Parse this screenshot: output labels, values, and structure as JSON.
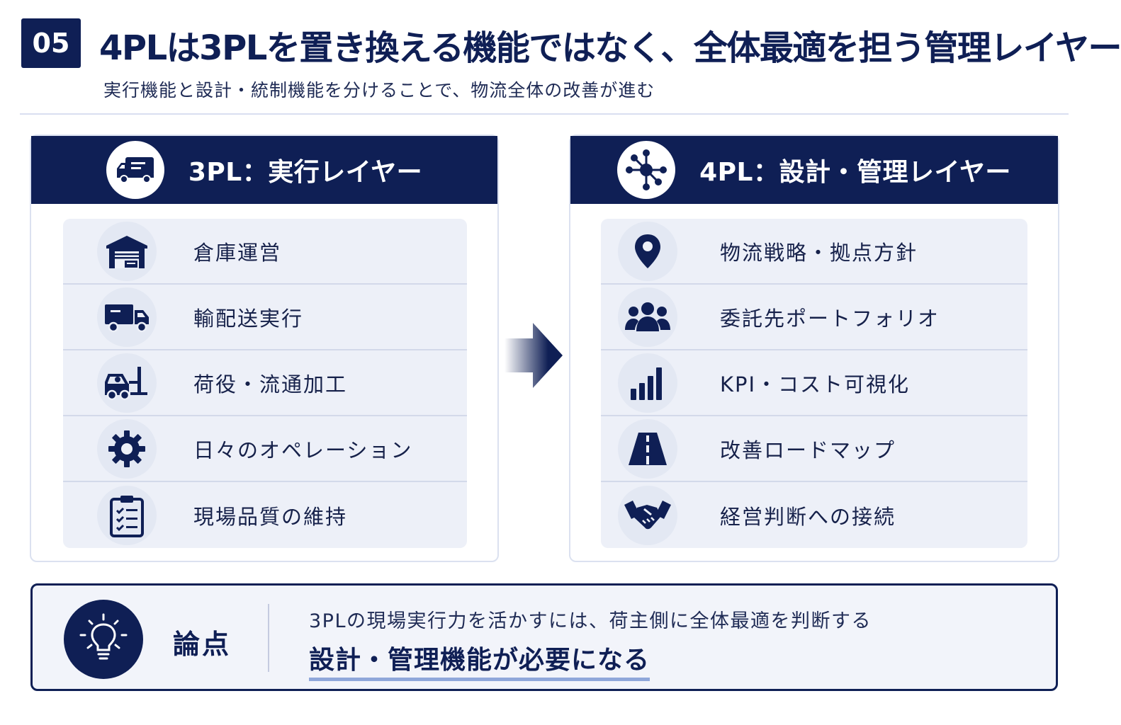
{
  "header": {
    "number": "05",
    "title": "4PLは3PLを置き換える機能ではなく、全体最適を担う管理レイヤー",
    "subtitle": "実行機能と設計・統制機能を分けることで、物流全体の改善が進む"
  },
  "left_panel": {
    "title": "3PL：実行レイヤー",
    "icon": "delivery-truck-icon",
    "items": [
      {
        "label": "倉庫運営",
        "icon": "warehouse-icon"
      },
      {
        "label": "輸配送実行",
        "icon": "truck-icon"
      },
      {
        "label": "荷役・流通加工",
        "icon": "forklift-icon"
      },
      {
        "label": "日々のオペレーション",
        "icon": "gear-icon"
      },
      {
        "label": "現場品質の維持",
        "icon": "clipboard-checklist-icon"
      }
    ]
  },
  "right_panel": {
    "title": "4PL：設計・管理レイヤー",
    "icon": "network-hub-icon",
    "items": [
      {
        "label": "物流戦略・拠点方針",
        "icon": "location-pin-icon"
      },
      {
        "label": "委託先ポートフォリオ",
        "icon": "people-group-icon"
      },
      {
        "label": "KPI・コスト可視化",
        "icon": "bar-chart-icon"
      },
      {
        "label": "改善ロードマップ",
        "icon": "road-icon"
      },
      {
        "label": "経営判断への接続",
        "icon": "handshake-icon"
      }
    ]
  },
  "point": {
    "label": "論点",
    "icon": "lightbulb-icon",
    "line1": "3PLの現場実行力を活かすには、荷主側に全体最適を判断する",
    "line2": "設計・管理機能が必要になる"
  },
  "colors": {
    "navy": "#0f1f55",
    "row_bg": "#edf0f8",
    "accent_underline": "#8fa7da"
  }
}
